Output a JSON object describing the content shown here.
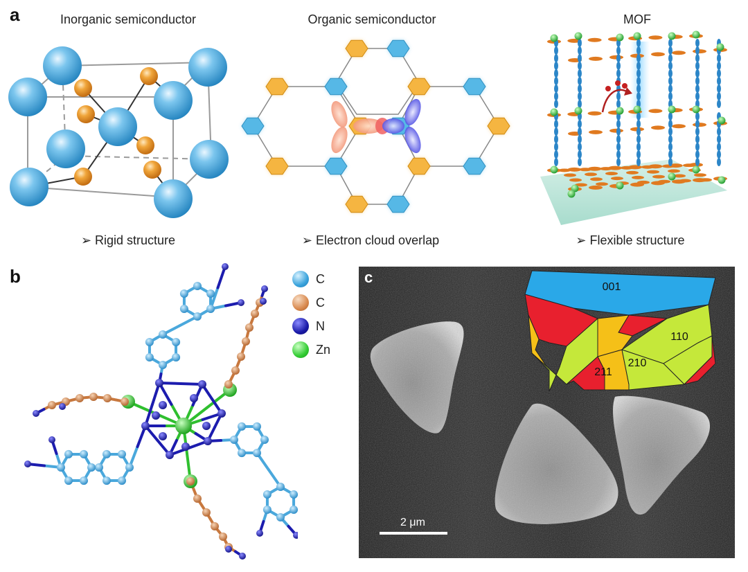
{
  "panel_a": {
    "letter": "a",
    "inorganic": {
      "title": "Inorganic semiconductor",
      "bullet": "➢ Rigid structure"
    },
    "organic": {
      "title": "Organic semiconductor",
      "bullet": "➢ Electron cloud overlap"
    },
    "mof": {
      "title": "MOF",
      "bullet": "➢ Flexible structure"
    }
  },
  "panel_b": {
    "letter": "b",
    "legend": [
      {
        "label": "C",
        "color": "#3aa3dc"
      },
      {
        "label": "C",
        "color": "#d98a4f"
      },
      {
        "label": "N",
        "color": "#1a1aa8"
      },
      {
        "label": "Zn",
        "color": "#33cc33"
      }
    ]
  },
  "panel_c": {
    "letter": "c",
    "facets": {
      "top": "001",
      "right": "110",
      "middle": "210",
      "left": "211"
    },
    "scale_bar": "2 μm"
  },
  "colors": {
    "atom_blue": "#46a9dc",
    "atom_orange": "#e8952c",
    "hex_orange": "#f5b541",
    "hex_blue": "#56b8e6",
    "facet_blue": "#2aa8e8",
    "facet_yellow_green": "#c5e83a",
    "facet_orange": "#f5c018",
    "facet_red": "#e8202e"
  }
}
